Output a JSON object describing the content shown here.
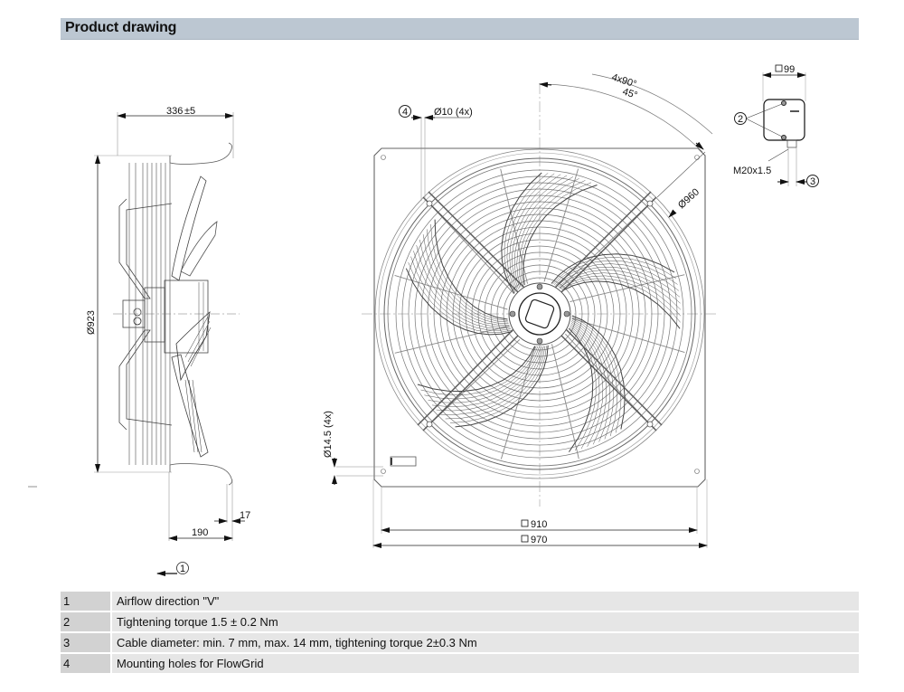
{
  "header": {
    "title": "Product drawing"
  },
  "side_view": {
    "depth_dim": "336",
    "depth_tol": "±5",
    "diameter_dim": "Ø923",
    "offset_dim_1": "190",
    "offset_dim_2": "17",
    "airflow_callout": "1"
  },
  "front_view": {
    "hole_callout": "4",
    "hole_dim": "Ø10 (4x)",
    "angle_dim_1": "4x90°",
    "angle_dim_2": "45°",
    "circle_dim": "Ø960",
    "mount_hole_dim": "Ø14.5 (4x)",
    "inner_square_dim": "910",
    "outer_square_dim": "970"
  },
  "terminal_box": {
    "size_dim": "99",
    "screw_callout": "2",
    "gland_label": "M20x1.5",
    "cable_callout": "3"
  },
  "legend": [
    {
      "num": "1",
      "text": "Airflow direction \"V\""
    },
    {
      "num": "2",
      "text": "Tightening torque 1.5 ± 0.2 Nm"
    },
    {
      "num": "3",
      "text": "Cable diameter: min. 7 mm, max. 14 mm, tightening torque 2±0.3 Nm"
    },
    {
      "num": "4",
      "text": "Mounting holes for FlowGrid"
    }
  ]
}
